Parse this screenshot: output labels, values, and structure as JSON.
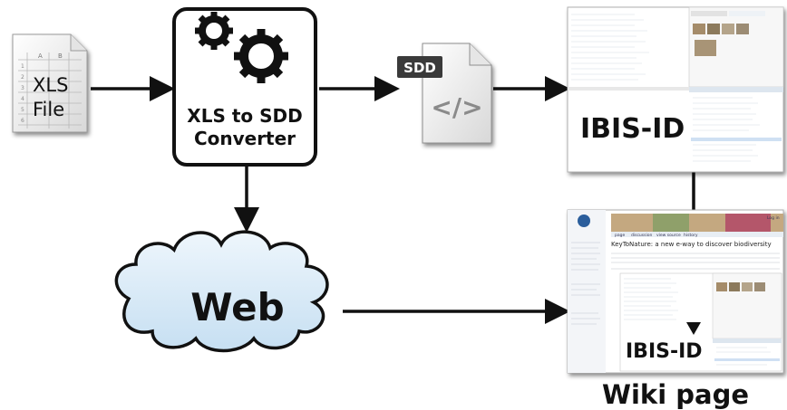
{
  "xls_icon": {
    "line1": "XLS",
    "line2": "File",
    "col_a": "A",
    "col_b": "B",
    "rows": [
      "1",
      "2",
      "3",
      "4",
      "5",
      "6"
    ]
  },
  "converter": {
    "line1": "XLS to SDD",
    "line2": "Converter"
  },
  "sdd_icon": {
    "badge": "SDD",
    "symbol": "</>"
  },
  "web": {
    "label": "Web"
  },
  "ibis_top": {
    "label": "IBIS-ID"
  },
  "ibis_bottom": {
    "label": "IBIS-ID"
  },
  "wiki_caption": "Wiki page",
  "wiki_mock": {
    "heading": "KeyToNature: a new e-way to discover biodiversity",
    "tabs": [
      "page",
      "discussion",
      "view source",
      "history"
    ],
    "corner_link": "Log in"
  },
  "colors": {
    "arrow": "#111111",
    "converter_border": "#111111",
    "cloud_fill": "#dcecf8",
    "cloud_stroke": "#111111",
    "selection": "#cfe0f3"
  }
}
